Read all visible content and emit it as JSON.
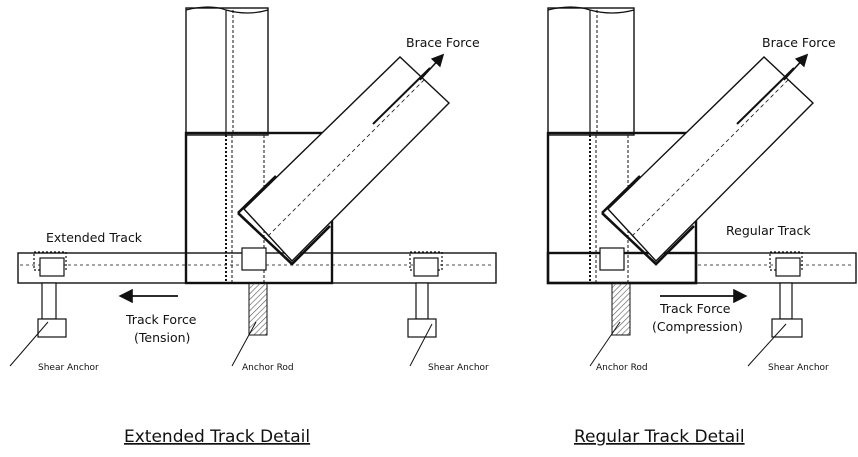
{
  "left_detail": {
    "title": "Extended Track Detail",
    "brace_force": "Brace Force",
    "track_label": "Extended Track",
    "track_force_line1": "Track Force",
    "track_force_line2": "(Tension)",
    "anchor_rod": "Anchor Rod",
    "shear_anchor_left": "Shear Anchor",
    "shear_anchor_right": "Shear Anchor"
  },
  "right_detail": {
    "title": "Regular Track Detail",
    "brace_force": "Brace Force",
    "track_label": "Regular Track",
    "track_force_line1": "Track Force",
    "track_force_line2": "(Compression)",
    "anchor_rod": "Anchor Rod",
    "shear_anchor": "Shear Anchor"
  }
}
